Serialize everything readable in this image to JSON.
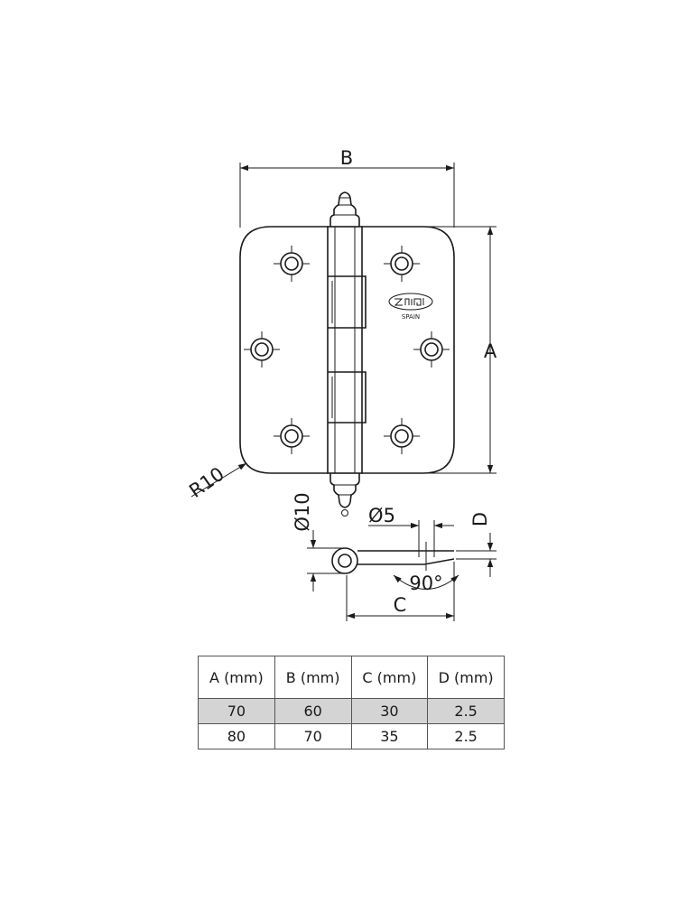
{
  "drawing": {
    "dim_labels": {
      "a": "A",
      "b": "B",
      "c": "C",
      "d": "D",
      "radius": "R10",
      "knuckle_diameter": "Ø10",
      "pin_diameter": "Ø5",
      "opening_angle": "90°"
    },
    "logo_text": "SPAIN"
  },
  "table": {
    "headers": [
      "A (mm)",
      "B (mm)",
      "C (mm)",
      "D (mm)"
    ],
    "rows": [
      [
        "70",
        "60",
        "30",
        "2.5"
      ],
      [
        "80",
        "70",
        "35",
        "2.5"
      ]
    ]
  }
}
